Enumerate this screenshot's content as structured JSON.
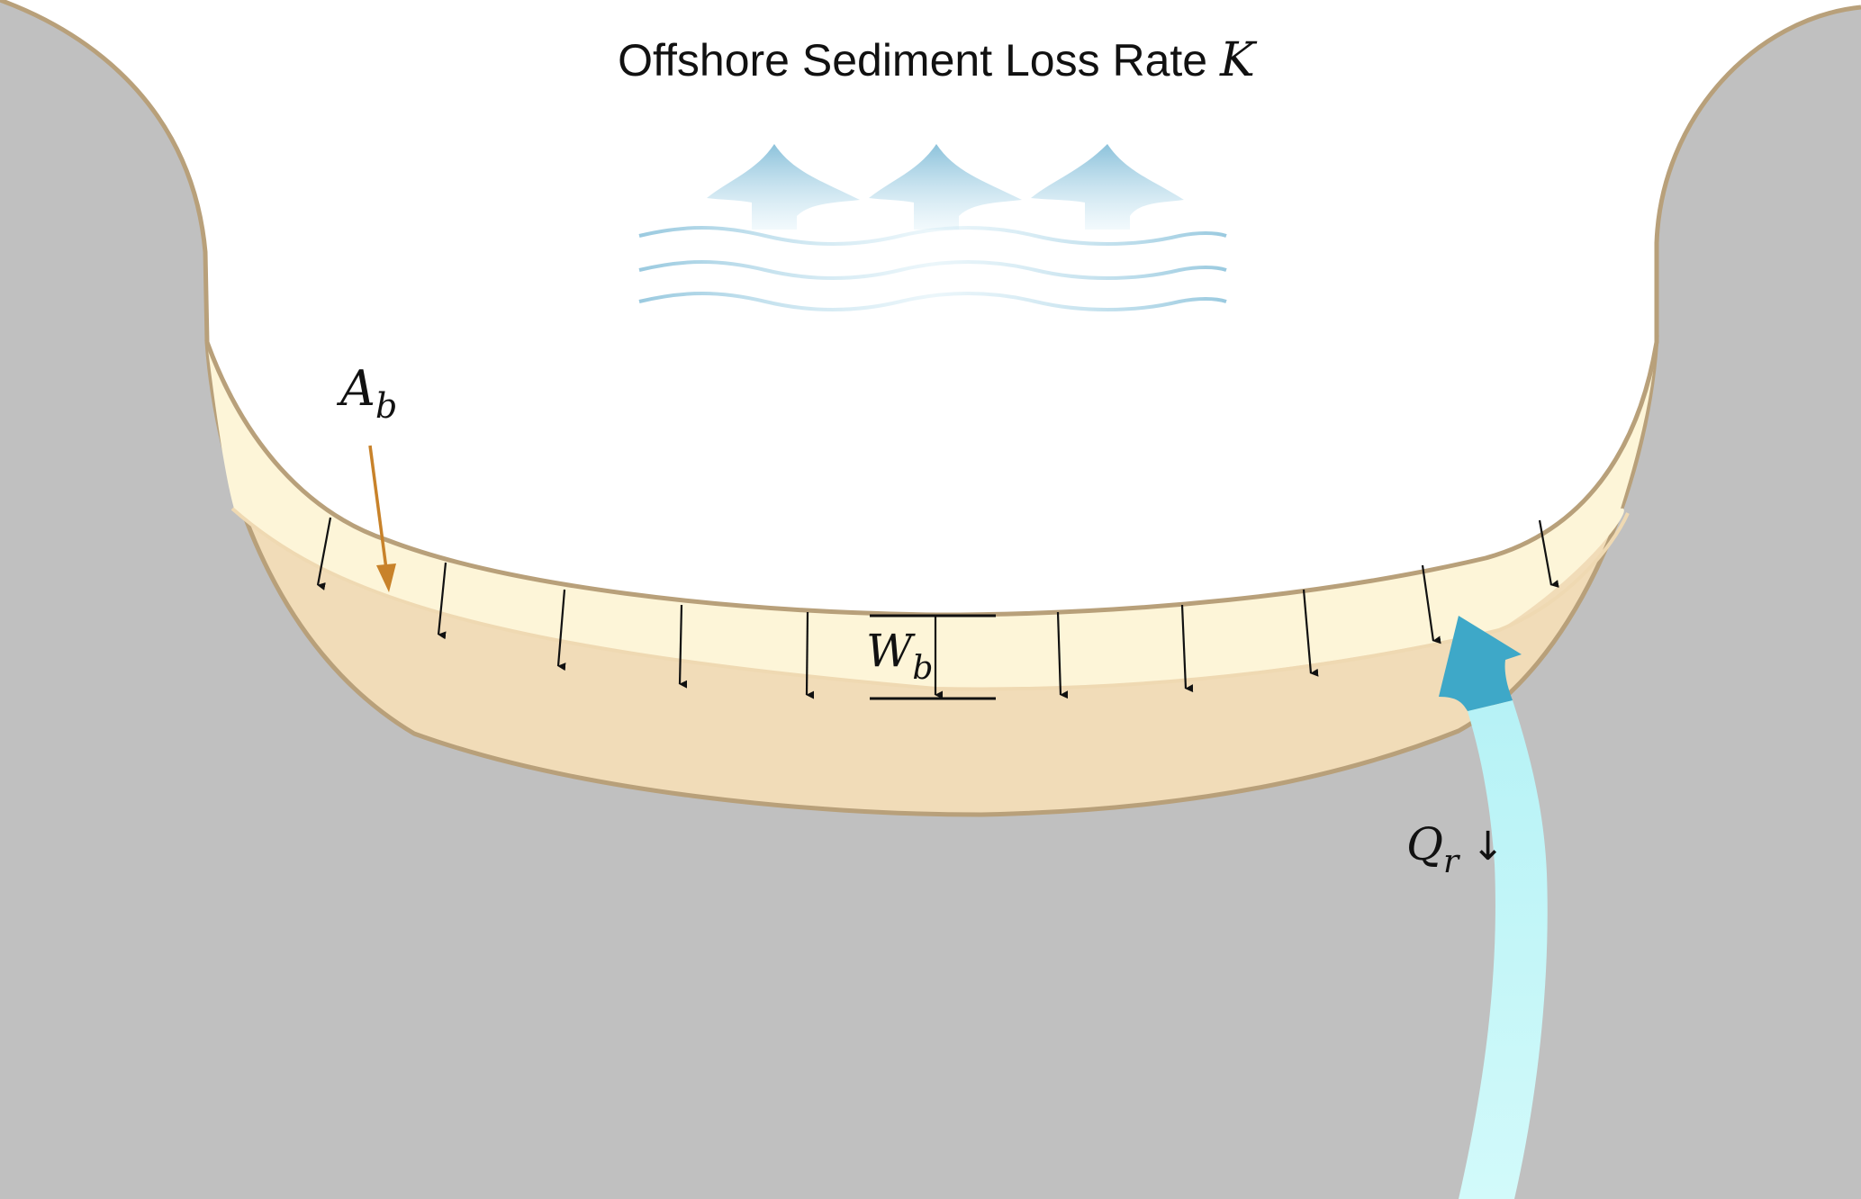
{
  "title": {
    "prefix": "Offshore Sediment Loss Rate ",
    "symbol": "K"
  },
  "labels": {
    "area": {
      "main": "A",
      "sub": "b"
    },
    "width": {
      "main": "W",
      "sub": "b"
    },
    "river": {
      "main": "Q",
      "sub": "r",
      "suffix": "↓"
    }
  },
  "colors": {
    "bedrock": "#c0c0c0",
    "outline": "#b8a07a",
    "sediment_deep": "#f1dcb8",
    "sediment_light": "#fdf5d8",
    "river_arrow": "#c8f8f8",
    "river_arrowhead": "#3ea8c8",
    "offshore_arrows": "#9fd0e4",
    "area_pointer": "#c8822a"
  }
}
